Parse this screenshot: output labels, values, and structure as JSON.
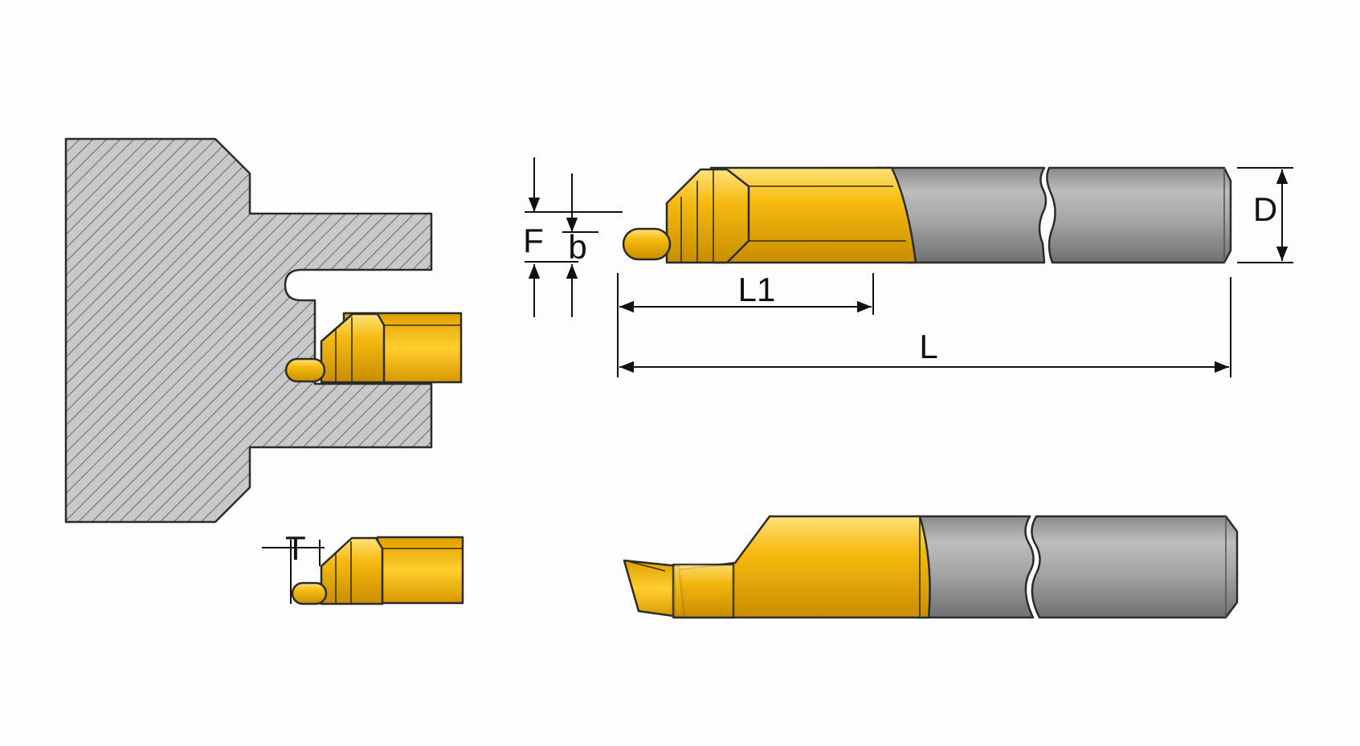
{
  "labels": {
    "F": "F",
    "b": "b",
    "D": "D",
    "L1": "L1",
    "L": "L",
    "T": "T"
  },
  "colors": {
    "gold": "#f4b400",
    "gold_light": "#ffd84a",
    "gold_dark": "#c98d00",
    "steel": "#9a9a9a",
    "steel_light": "#c4c4c4",
    "steel_dark": "#6e6e6e",
    "hatch_bg": "#c9c9c9",
    "hatch_line": "#6f6f6f"
  }
}
